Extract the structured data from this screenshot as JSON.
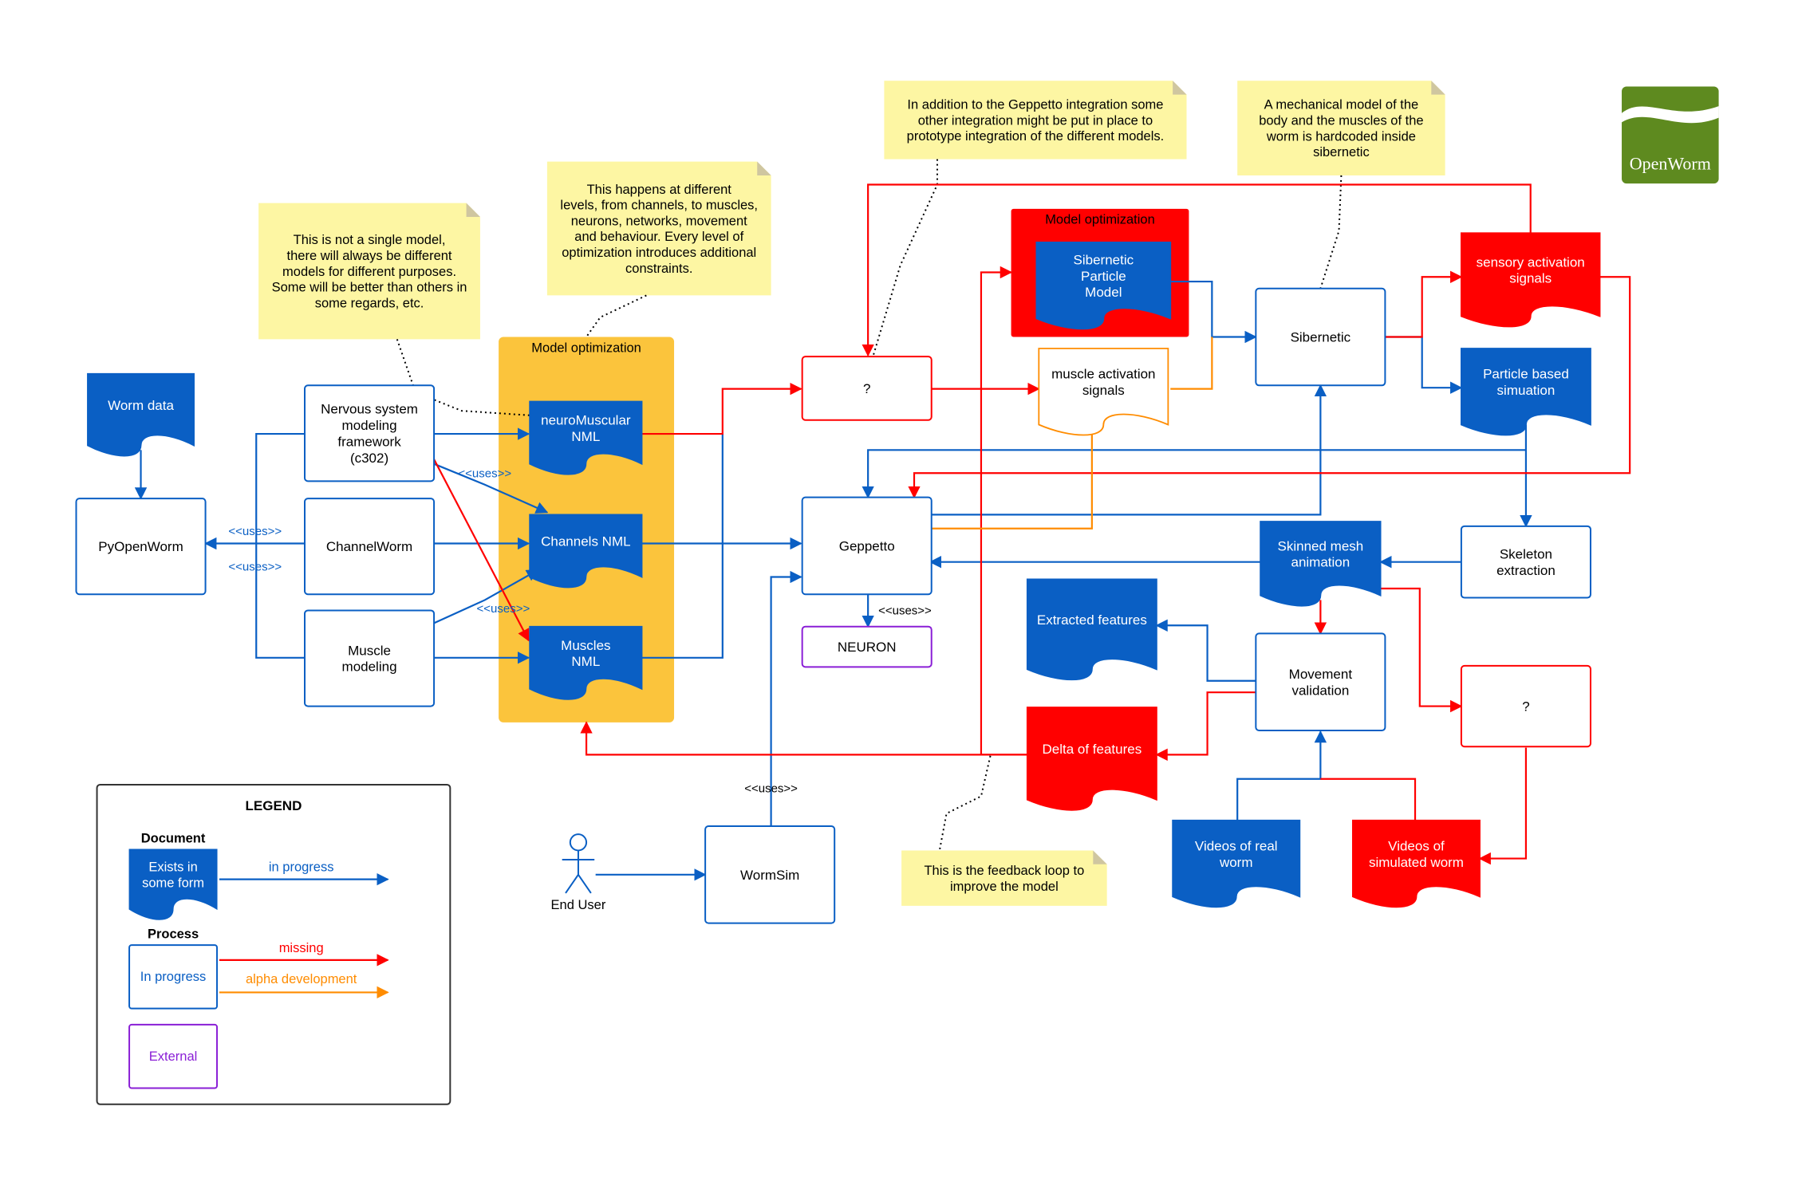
{
  "nodes": {
    "worm_data": "Worm data",
    "pyopenworm": "PyOpenWorm",
    "nervous_system": "Nervous system\nmodeling\nframework\n(c302)",
    "channelworm": "ChannelWorm",
    "muscle_modeling": "Muscle\nmodeling",
    "model_opt_left_title": "Model optimization",
    "neuromuscular_nml": "neuroMuscular\nNML",
    "channels_nml": "Channels NML",
    "muscles_nml": "Muscles\nNML",
    "question_top": "?",
    "geppetto": "Geppetto",
    "neuron": "NEURON",
    "model_opt_right_title": "Model optimization",
    "sibernetic_particle_model": "Sibernetic\nParticle\nModel",
    "muscle_activation_signals": "muscle activation\nsignals",
    "sibernetic": "Sibernetic",
    "sensory_activation_signals": "sensory activation\nsignals",
    "particle_based_simulation": "Particle based\nsimuation",
    "skeleton_extraction": "Skeleton\nextraction",
    "skinned_mesh_animation": "Skinned mesh\nanimation",
    "extracted_features": "Extracted features",
    "movement_validation": "Movement\nvalidation",
    "delta_of_features": "Delta of features",
    "question_right": "?",
    "videos_real_worm": "Videos of real\nworm",
    "videos_simulated_worm": "Videos of\nsimulated worm",
    "wormsim": "WormSim",
    "end_user": "End User",
    "openworm_logo": "OpenWorm"
  },
  "edge_labels": {
    "uses_py_top": "<<uses>>",
    "uses_py_bottom": "<<uses>>",
    "uses_channels": "<<uses>>",
    "uses_muscles": "<<uses>>",
    "uses_neuron": "<<uses>>",
    "uses_wormsim": "<<uses>>"
  },
  "notes": {
    "not_single_model": "This is not a single model,\nthere will always be different\nmodels for different purposes.\nSome will be better than others in\nsome regards, etc.",
    "different_levels": "This happens at different\nlevels, from channels, to muscles,\nneurons, networks, movement\nand behaviour. Every level of\noptimization introduces additional\nconstraints.",
    "geppetto_integration": "In addition to the Geppetto integration some\nother integration might be put in place to\nprototype integration of the different models.",
    "mechanical_model": "A mechanical model of the\nbody and the muscles of the\nworm is hardcoded inside\nsibernetic",
    "feedback_loop": "This is the feedback loop to\nimprove the model"
  },
  "legend": {
    "title": "LEGEND",
    "document_heading": "Document",
    "document_sample": "Exists in\nsome form",
    "process_heading": "Process",
    "process_sample": "In progress",
    "external_sample": "External",
    "arrow_in_progress": "in progress",
    "arrow_missing": "missing",
    "arrow_alpha": "alpha development"
  },
  "colors": {
    "blue": "#0a5fc4",
    "red": "#ff0000",
    "orange": "#ff8c00",
    "purple": "#8a1fd6",
    "note_yellow": "#fdf6a3",
    "optimization_box": "#fbc43c",
    "logo_green": "#5e8a1f"
  }
}
